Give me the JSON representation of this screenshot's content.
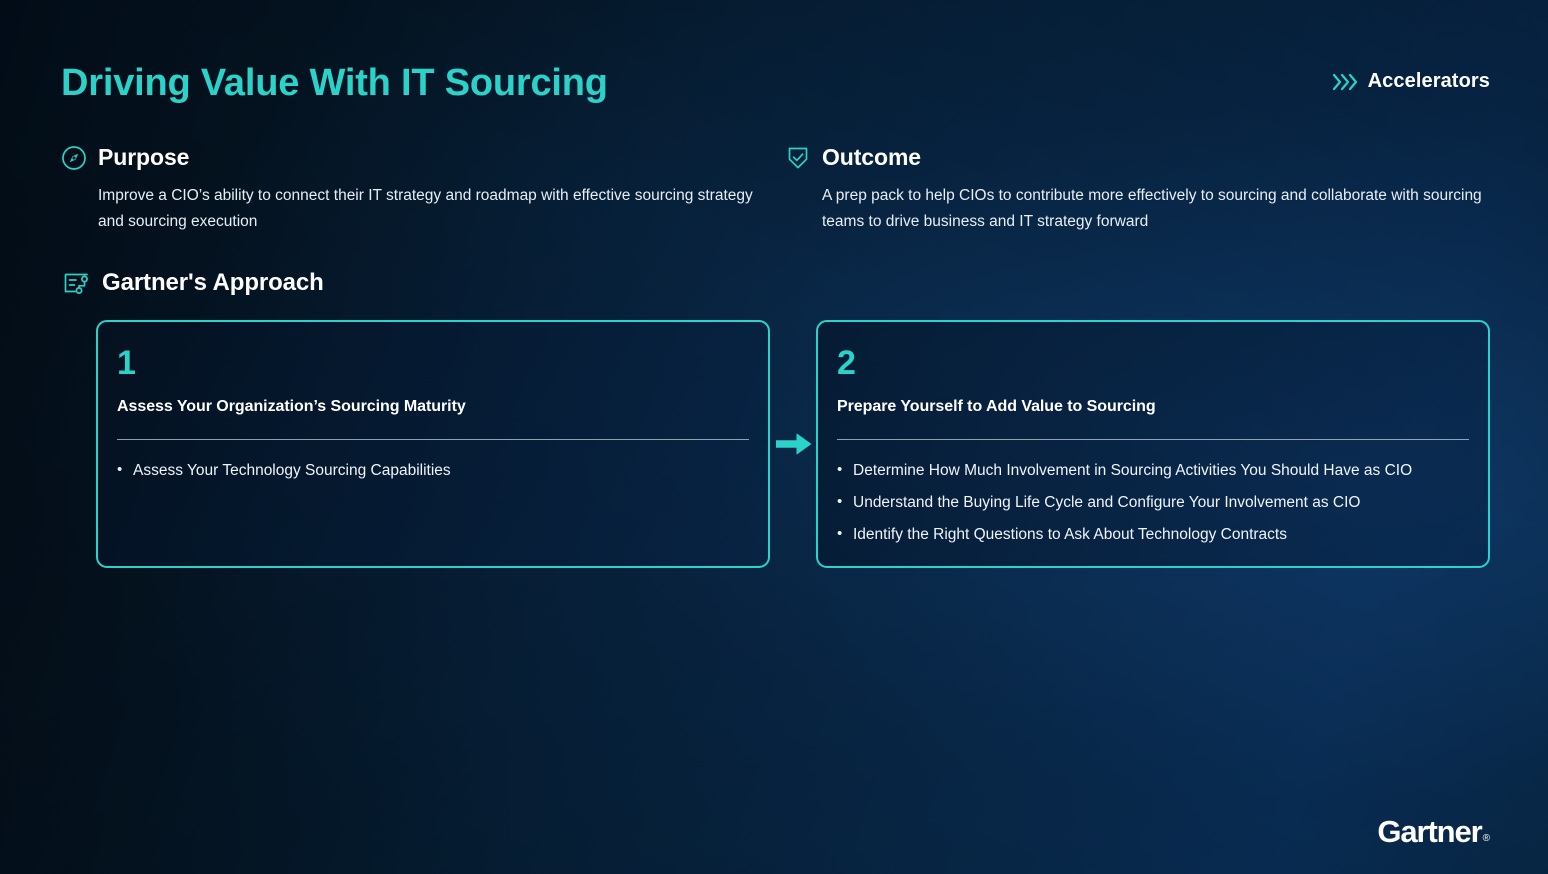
{
  "header": {
    "title": "Driving Value With IT Sourcing",
    "brand_label": "Accelerators",
    "brand_icon": "triple-chevron-right-icon"
  },
  "colors": {
    "accent_teal": "#2ad2c9",
    "background_dark": "#04121f",
    "background_blue": "#08305a",
    "text_primary": "#ffffff",
    "text_body": "#e7eef5"
  },
  "sections": {
    "purpose": {
      "icon": "compass-icon",
      "title": "Purpose",
      "body": "Improve a CIO’s ability to connect their IT strategy and roadmap with effective sourcing strategy and sourcing execution"
    },
    "outcome": {
      "icon": "shield-check-icon",
      "title": "Outcome",
      "body": "A prep pack to help CIOs to contribute more effectively to sourcing and collaborate with sourcing teams to drive business and IT strategy forward"
    },
    "approach": {
      "icon": "document-flowchart-icon",
      "title": "Gartner's Approach",
      "flow_icon": "arrow-right-icon"
    }
  },
  "steps": [
    {
      "number": "1",
      "heading": "Assess Your Organization’s Sourcing Maturity",
      "items": [
        "Assess Your Technology Sourcing Capabilities"
      ]
    },
    {
      "number": "2",
      "heading": "Prepare Yourself to Add Value to Sourcing",
      "items": [
        "Determine How Much Involvement in Sourcing Activities You Should Have as CIO",
        "Understand the Buying Life Cycle and Configure Your Involvement as CIO",
        "Identify the Right Questions to Ask About Technology Contracts"
      ]
    }
  ],
  "footer": {
    "logo_text": "Gartner",
    "logo_mark": "®"
  }
}
